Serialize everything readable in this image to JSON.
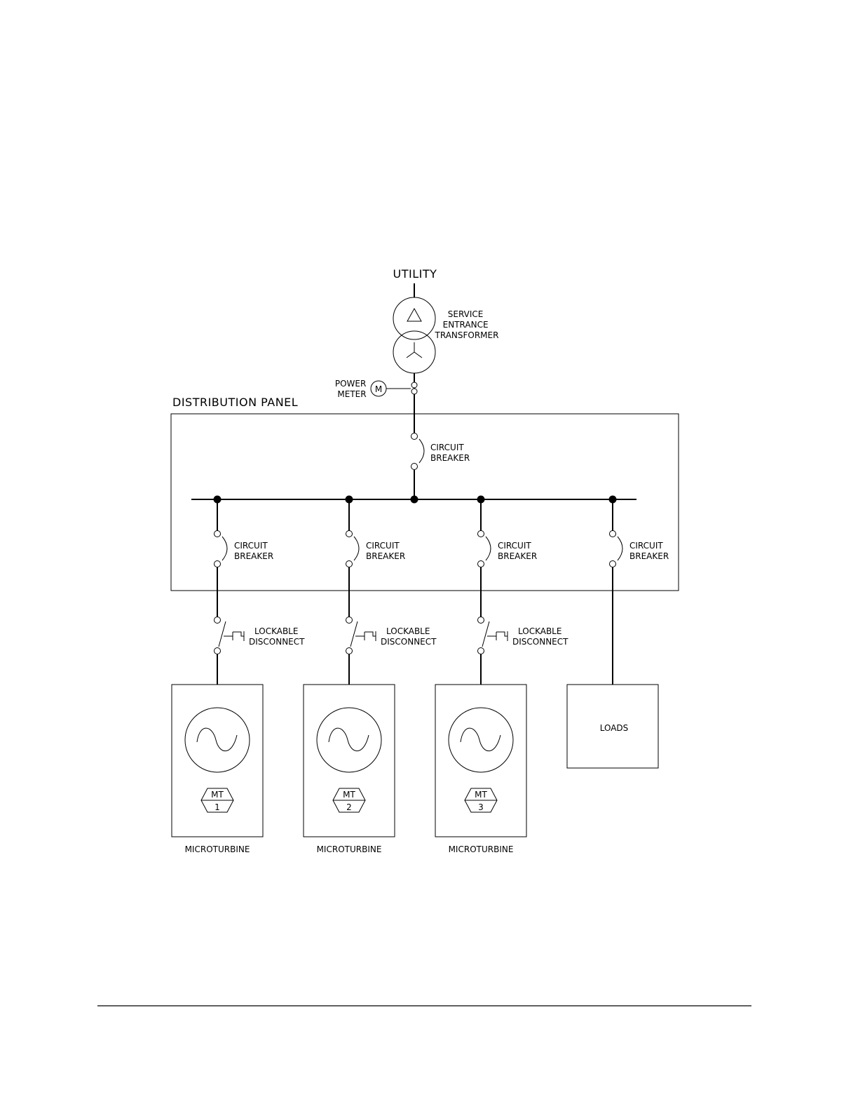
{
  "diagram": {
    "utility_label": "UTILITY",
    "transformer_label": [
      "SERVICE",
      "ENTRANCE",
      "TRANSFORMER"
    ],
    "power_meter_label": [
      "POWER",
      "METER"
    ],
    "power_meter_symbol": "M",
    "panel_label": "DISTRIBUTION PANEL",
    "main_breaker_label": [
      "CIRCUIT",
      "BREAKER"
    ],
    "branches": [
      {
        "breaker_label": [
          "CIRCUIT",
          "BREAKER"
        ],
        "disconnect_label": [
          "LOCKABLE",
          "DISCONNECT"
        ],
        "unit_tag": [
          "MT",
          "1"
        ],
        "unit_label": "MICROTURBINE"
      },
      {
        "breaker_label": [
          "CIRCUIT",
          "BREAKER"
        ],
        "disconnect_label": [
          "LOCKABLE",
          "DISCONNECT"
        ],
        "unit_tag": [
          "MT",
          "2"
        ],
        "unit_label": "MICROTURBINE"
      },
      {
        "breaker_label": [
          "CIRCUIT",
          "BREAKER"
        ],
        "disconnect_label": [
          "LOCKABLE",
          "DISCONNECT"
        ],
        "unit_tag": [
          "MT",
          "3"
        ],
        "unit_label": "MICROTURBINE"
      }
    ],
    "load_branch": {
      "breaker_label": [
        "CIRCUIT",
        "BREAKER"
      ],
      "load_label": "LOADS"
    }
  }
}
